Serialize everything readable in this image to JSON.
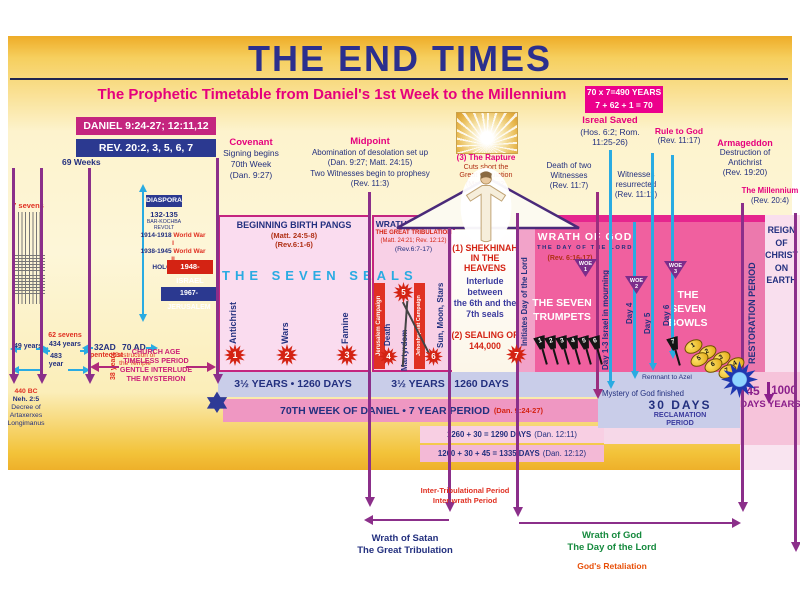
{
  "header": {
    "title": "THE END TIMES",
    "subtitle": "The Prophetic Timetable from Daniel's 1st Week to the Millennium",
    "formula_line1": "70 x 7=490 YEARS",
    "formula_line2": "7 + 62 + 1 = 70",
    "ref_daniel": "DANIEL 9:24-27; 12:11,12",
    "ref_rev": "REV. 20:2, 3, 5, 6, 7"
  },
  "left": {
    "weeks69": "69 Weeks",
    "sevens7": "7 sevens",
    "years49": "49 years",
    "sevens62": "62 sevens",
    "years434": "434 years",
    "years483a": "483",
    "years483b": "year",
    "decree": {
      "l1": "440 BC",
      "l2": "Neh. 2:5",
      "l3": "Decree of",
      "l4": "Artaxerxes",
      "l5": "Longimanus"
    },
    "ad32": "32AD",
    "pentecost": "pentecost",
    "years38": "38 years",
    "ad70": "70 AD",
    "temple1": "Destruction of",
    "temple2": "the Temple",
    "diaspora": "DIASPORA",
    "revolt1": "132-135",
    "revolt2": "BAR-KOCHBA REVOLT",
    "ww1_years": "1914-1918",
    "ww1": "World War I",
    "ww2_years": "1938-1945",
    "ww2": "World War II",
    "holocaust": "HOLOCAUST",
    "israel1948": "1948-ISRAEL",
    "jerusalem1967": "1967- JERUSALEM",
    "church1": "CHURCH AGE",
    "church2": "TIMELESS PERIOD",
    "church3": "GENTLE INTERLUDE",
    "church4": "THE MYSTERION"
  },
  "events": {
    "covenant": {
      "title": "Covenant",
      "l1": "Signing begins",
      "l2": "70th Week",
      "l3": "(Dan. 9:27)"
    },
    "midpoint": {
      "title": "Midpoint",
      "l1": "Abomination of desolation set up",
      "l2": "(Dan. 9:27; Matt. 24:15)",
      "l3": "Two Witnesses begin to prophesy",
      "l4": "(Rev. 11:3)"
    },
    "rapture": {
      "title": "(3) The Rapture",
      "l1": "Cuts short the",
      "l2": "Great Tribulation",
      "l3": "(Matt. 24:22;",
      "l4": "Rev. 7:9)"
    },
    "israel_saved": {
      "title": "Isreal Saved",
      "l1": "(Hos. 6:2; Rom.",
      "l2": "11:25-26)"
    },
    "death_witnesses": {
      "l1": "Death of two",
      "l2": "Witnesses",
      "l3": "(Rev. 11:7)"
    },
    "witnesses_resurrected": {
      "l1": "Witnesses",
      "l2": "resurrected",
      "l3": "(Rev. 11:11)"
    },
    "rule_to_god": {
      "title": "Rule to God",
      "ref": "(Rev. 11:17)"
    },
    "armageddon": {
      "title": "Armageddon",
      "l1": "Destruction of",
      "l2": "Antichrist",
      "l3": "(Rev. 19:20)"
    },
    "millennium": {
      "title": "The Millennium",
      "ref": "(Rev. 20:4)"
    }
  },
  "chart": {
    "birth_pangs": {
      "title": "BEGINNING BIRTH PANGS",
      "ref1": "(Matt. 24:5-8)",
      "ref2": "(Rev.6:1-6)"
    },
    "seven_seals": "THE SEVEN SEALS",
    "seal_labels": [
      "Antichrist",
      "Wars",
      "Famine",
      "Death",
      "Martyrdom",
      "Sun, Moon, Stars"
    ],
    "seal_numbers": [
      "1",
      "2",
      "3",
      "4",
      "5",
      "6",
      "7"
    ],
    "wrath_satan": {
      "title": "WRATH OF SATAN",
      "sub": "THE GREAT TRIBULATION",
      "ref1": "(Matt. 24:21; Rev. 12:12)",
      "ref2": "(Rev.6:7-17)"
    },
    "campaign1": "Jerusalem Campaign",
    "campaign2": "Jehoshaphat Campaign",
    "shekhinah1": "(1) SHEKHINAH",
    "shekhinah2": "IN THE HEAVENS",
    "interlude": {
      "l1": "Interlude",
      "l2": "between",
      "l3": "the 6th and the",
      "l4": "7th seals"
    },
    "sealing1": "(2) SEALING OF",
    "sealing2": "144,000",
    "initiates": "Initiates Day of the Lord",
    "wrath_god": {
      "title": "WRATH OF GOD",
      "sub": "THE DAY OF THE LORD",
      "ref": "(Rev. 6:16-17)"
    },
    "trumpets1": "THE SEVEN",
    "trumpets2": "TRUMPETS",
    "trumpet_numbers": [
      "1",
      "2",
      "3",
      "4",
      "5",
      "6",
      "7"
    ],
    "woe_word": "WOE",
    "woe_numbers": [
      "1",
      "2",
      "3"
    ],
    "day13": "Day 1-3 Israel in mourning",
    "day4": "Day 4",
    "day5": "Day 5",
    "day6": "Day 6",
    "bowls1": "THE",
    "bowls2": "SEVEN",
    "bowls3": "BOWLS",
    "bowl_numbers": [
      "1",
      "2",
      "3",
      "4",
      "5",
      "6",
      "7"
    ],
    "restoration": "RESTORATION PERIOD",
    "reign": {
      "l1": "REIGN",
      "l2": "OF",
      "l3": "CHRIST",
      "l4": "ON",
      "l5": "EARTH"
    },
    "remnant": "Remnant to Azel",
    "mystery": "Mystery of God finished",
    "days30": "30 DAYS",
    "reclamation1": "RECLAMATION",
    "reclamation2": "PERIOD",
    "d45a": "45",
    "d45b": "DAYS",
    "y1000a": "1000",
    "y1000b": "YEARS"
  },
  "bars": {
    "half1": "3½ YEARS • 1260 DAYS",
    "half2": "3½ YEARS • 1260 DAYS",
    "week70": "70TH WEEK OF DANIEL • 7 YEAR PERIOD",
    "week70_ref": "(Dan. 9:24-27)",
    "days1290": "1260 + 30 = 1290 DAYS",
    "days1290_ref": "(Dan. 12:11)",
    "days1335": "1260 + 30 + 45 = 1335 DAYS",
    "days1335_ref": "(Dan. 12:12)"
  },
  "bottom": {
    "inter1": "Inter-Tribulational Period",
    "inter2": "Inter-wrath Period",
    "ws1": "Wrath of Satan",
    "ws2": "The Great Tribulation",
    "wg1": "Wrath of God",
    "wg2": "The Day of the Lord",
    "wg3": "God's Retaliation"
  },
  "colors": {
    "accent_magenta": "#e5007d",
    "navy": "#23307f",
    "hot_pink": "#f0609f",
    "cyan": "#29abe2",
    "lavender": "#c9cde9",
    "purple_line": "#8b2f8a",
    "seal_red": "#d42313",
    "gold": "#f5c027"
  }
}
